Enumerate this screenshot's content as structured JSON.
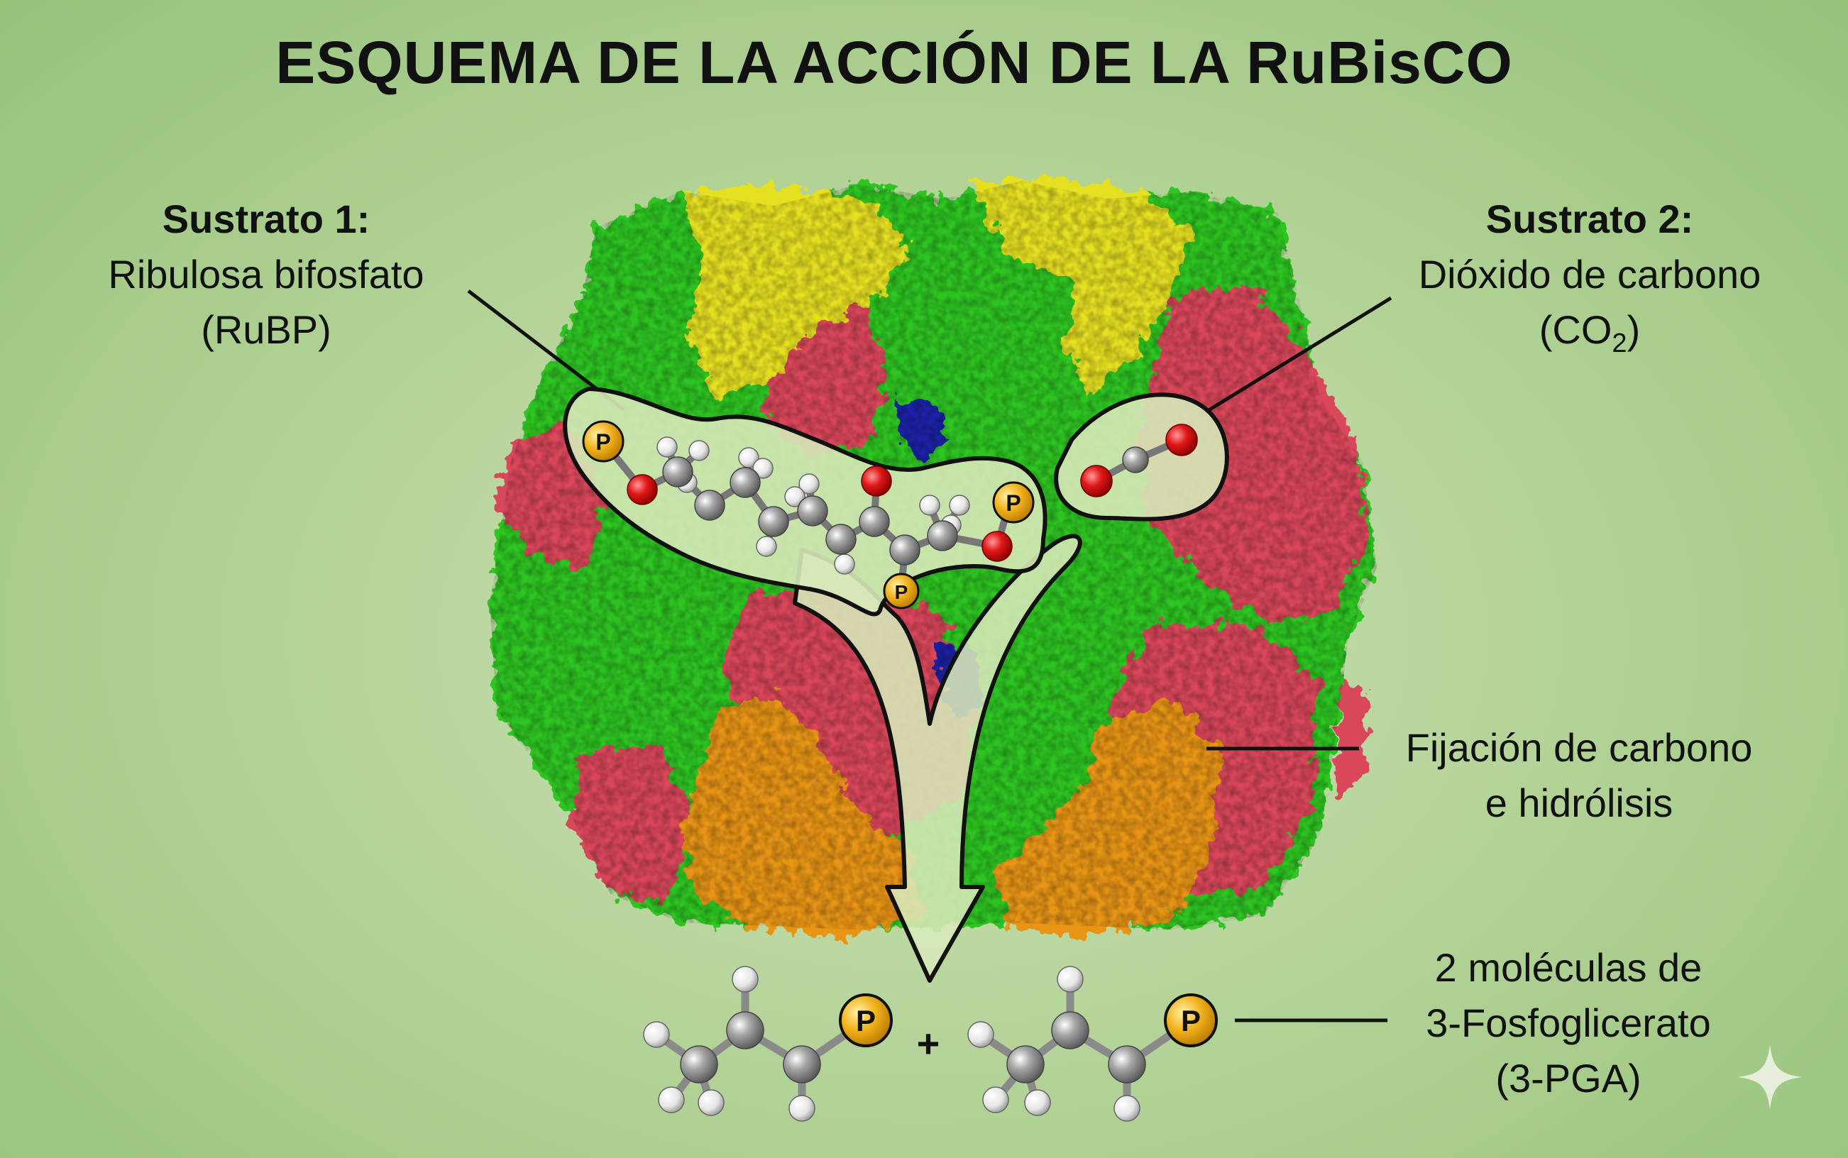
{
  "title": "ESQUEMA DE LA ACCIÓN DE LA RuBisCO",
  "substrate1": {
    "heading": "Sustrato 1:",
    "name": "Ribulosa bifosfato",
    "abbr": "(RuBP)"
  },
  "substrate2": {
    "heading": "Sustrato 2:",
    "name": "Dióxido de carbono",
    "abbr_prefix": "(CO",
    "abbr_sub": "2",
    "abbr_suffix": ")"
  },
  "process": {
    "line1": "Fijación de carbono",
    "line2": "e hidrólisis"
  },
  "product": {
    "line1": "2 moléculas de",
    "line2": "3-Fosfoglicerato",
    "line3": "(3-PGA)"
  },
  "phosphate_symbol": "P",
  "plus_sign": "+",
  "colors": {
    "protein_green": "#2fc524",
    "protein_red": "#d9465a",
    "protein_yellow": "#e6e020",
    "protein_orange": "#e89515",
    "protein_blue": "#1a22a8",
    "oxygen": "#d41a1a",
    "carbon": "#8a8a8a",
    "hydrogen": "#e0e0e0",
    "phosphorus": "#f2b21c",
    "highlight_fill": "#d8e9b9"
  },
  "icons": [
    "sparkle-icon"
  ]
}
